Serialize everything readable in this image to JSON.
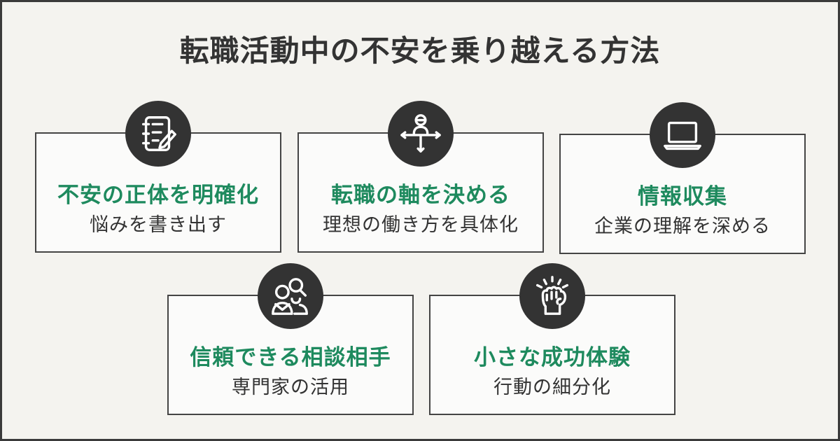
{
  "title": "転職活動中の不安を乗り越える方法",
  "cards": [
    {
      "heading": "不安の正体を明確化",
      "sub": "悩みを書き出す",
      "icon": "notebook-pencil-icon"
    },
    {
      "heading": "転職の軸を決める",
      "sub": "理想の働き方を具体化",
      "icon": "person-directions-icon"
    },
    {
      "heading": "情報収集",
      "sub": "企業の理解を深める",
      "icon": "laptop-icon"
    },
    {
      "heading": "信頼できる相談相手",
      "sub": "専門家の活用",
      "icon": "people-search-icon"
    },
    {
      "heading": "小さな成功体験",
      "sub": "行動の細分化",
      "icon": "raised-fist-icon"
    }
  ],
  "colors": {
    "accent": "#1e8a5e",
    "dark": "#333333",
    "background": "#f4f3ef"
  }
}
